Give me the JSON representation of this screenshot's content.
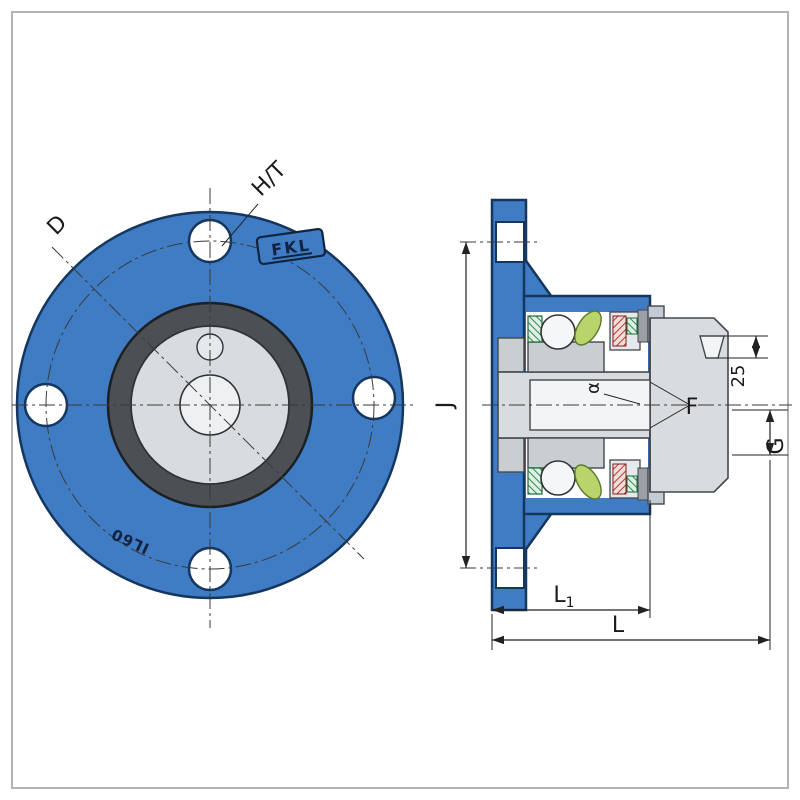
{
  "stamps": {
    "brand": "FKL",
    "model": "IL60"
  },
  "labels": {
    "bolt_circle_diameter": "D",
    "hole_thread": "H/T",
    "flange_hole_spacing": "J",
    "cone_angle": "α",
    "socket_depth": "25",
    "bore_thread": "F",
    "grease_thread": "G",
    "length_l1_base": "L",
    "length_l1_sub": "1",
    "overall_length": "L"
  },
  "colors": {
    "housing_blue": "#3f7cc4",
    "outline_navy": "#14365f",
    "steel_gray": "#d8dcdf",
    "seal_ring_dark": "#4b5055",
    "seal_green": "#2e8b57",
    "seal_red": "#c0392b"
  }
}
